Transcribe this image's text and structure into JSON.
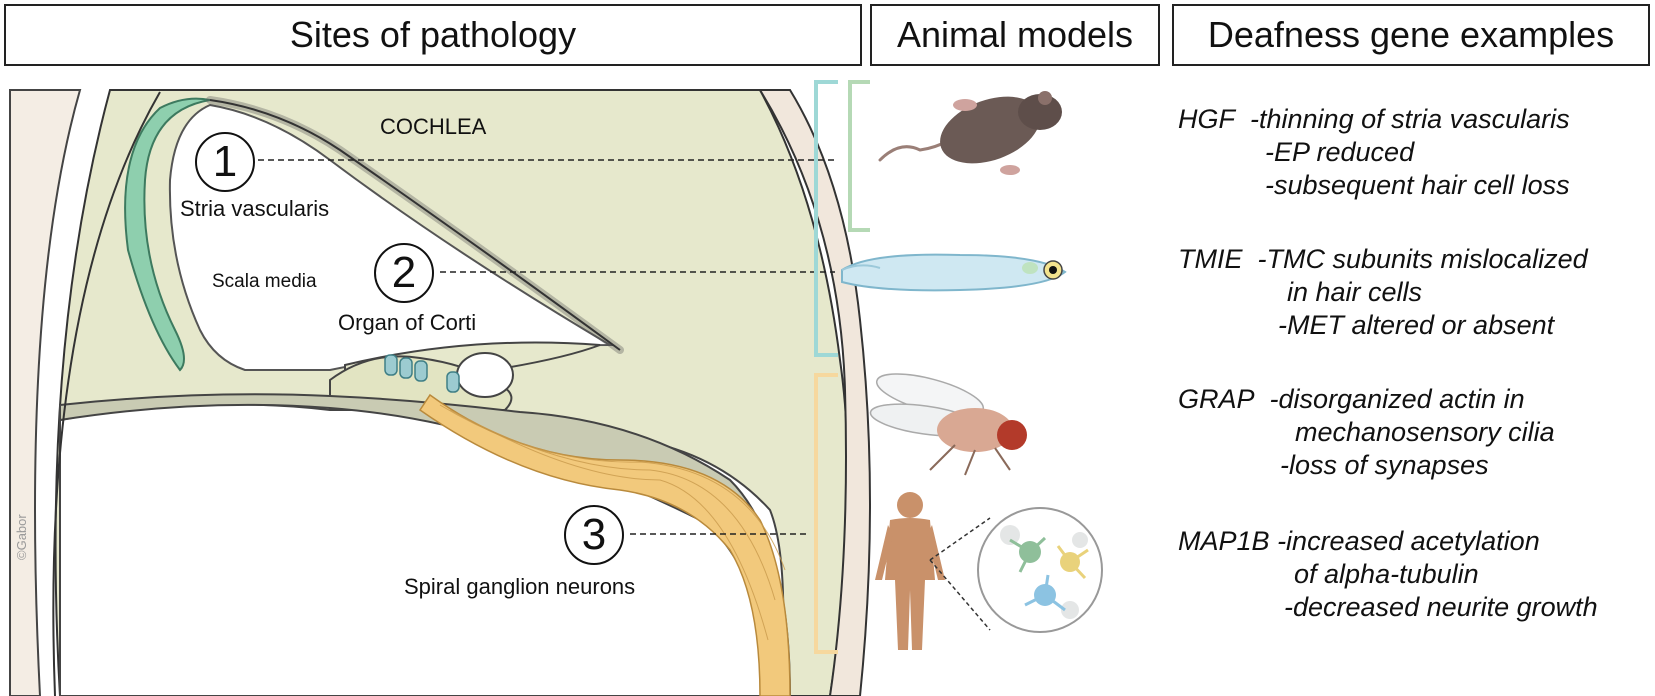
{
  "headers": {
    "sites": "Sites of pathology",
    "animals": "Animal models",
    "genes": "Deafness gene examples"
  },
  "labels": {
    "cochlea": "COCHLEA",
    "stria": "Stria vascularis",
    "scala_media": "Scala media",
    "organ_corti": "Organ of Corti",
    "spiral_ganglion": "Spiral ganglion neurons",
    "signature": "©Gabor"
  },
  "sites": [
    {
      "number": "1"
    },
    {
      "number": "2"
    },
    {
      "number": "3"
    }
  ],
  "animal_models": [
    "mouse-icon",
    "zebrafish-icon",
    "fruit-fly-icon",
    "human-icon",
    "neuron-cells-icon"
  ],
  "genes": [
    {
      "name": "HGF",
      "lines": [
        "-thinning of stria vascularis",
        "-EP reduced",
        "-subsequent hair cell loss"
      ]
    },
    {
      "name": "TMIE",
      "lines": [
        "-TMC subunits mislocalized",
        "in hair cells",
        "-MET altered or absent"
      ]
    },
    {
      "name": "GRAP",
      "lines": [
        "-disorganized actin in",
        "mechanosensory cilia",
        "-loss of synapses"
      ]
    },
    {
      "name": "MAP1B",
      "lines": [
        "-increased acetylation",
        "of alpha-tubulin",
        "-decreased neurite growth"
      ]
    }
  ],
  "colors": {
    "bracket_teal": "#9ed8d6",
    "bracket_green": "#b5d9b5",
    "bracket_yellow": "#f6d89e",
    "stria_green": "#8ecfae",
    "tissue": "#e6e8cc",
    "nerve": "#f2c97c"
  }
}
